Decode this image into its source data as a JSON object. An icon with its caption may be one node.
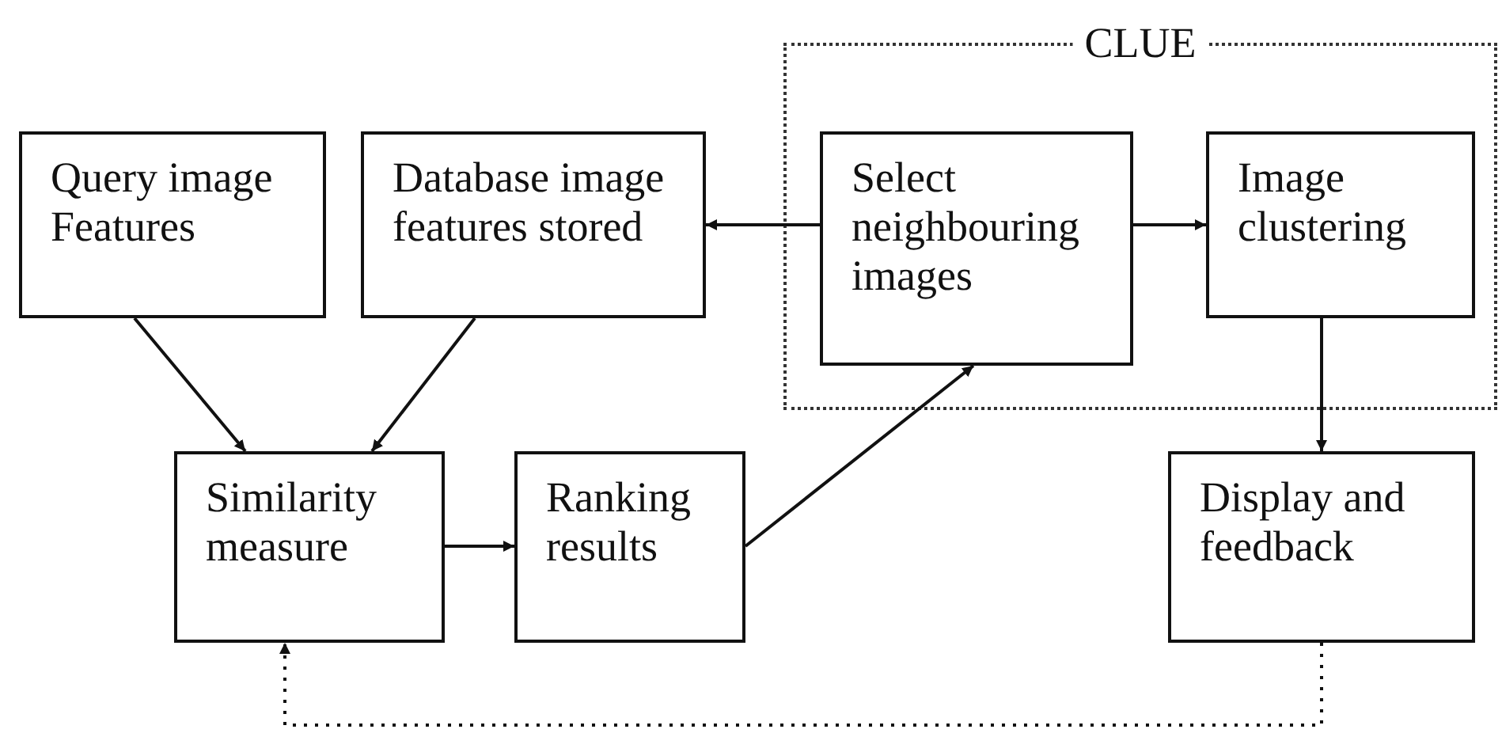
{
  "diagram": {
    "nodes": [
      {
        "text": [
          "Query image Features"
        ]
      },
      {
        "text": [
          "Database image features stored"
        ]
      },
      {
        "text": [
          "CLUE"
        ]
      },
      {
        "text": [
          "Select neighbouring images"
        ],
        "in": 2
      },
      {
        "text": [
          "Image clustering"
        ],
        "in": 2
      },
      {
        "text": [
          "Similarity measure"
        ]
      },
      {
        "text": [
          "Ranking results"
        ]
      },
      {
        "text": [
          "Display and feedback"
        ]
      }
    ],
    "edges": [
      {
        "from": 0,
        "to": 5,
        "arrow": "to"
      },
      {
        "from": 1,
        "to": 5,
        "arrow": "to"
      },
      {
        "from": 3,
        "to": 1,
        "arrow": "to"
      },
      {
        "from": 3,
        "to": 4,
        "arrow": "to"
      },
      {
        "from": 6,
        "to": 3,
        "arrow": "to"
      },
      {
        "from": 5,
        "to": 6,
        "arrow": "to"
      },
      {
        "from": 4,
        "to": 7,
        "arrow": "to"
      },
      {
        "from": 7,
        "to": 5,
        "arrow": "to",
        "style": "dashed"
      }
    ]
  }
}
